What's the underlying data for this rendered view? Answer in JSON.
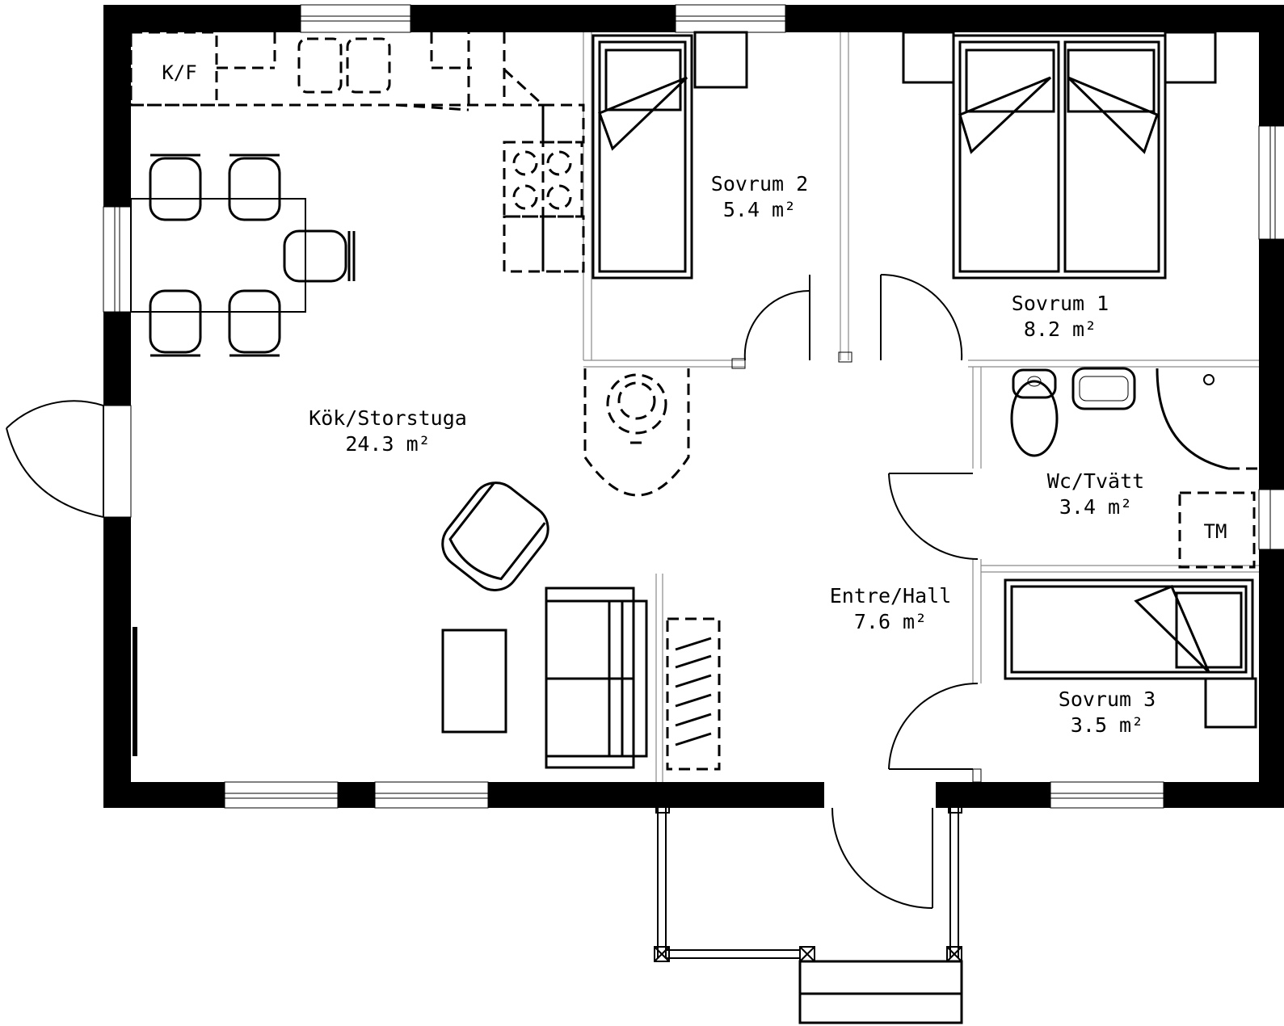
{
  "rooms": {
    "kitchen": {
      "name": "Kök/Storstuga",
      "area": "24.3 m²"
    },
    "bedroom2": {
      "name": "Sovrum 2",
      "area": "5.4 m²"
    },
    "bedroom1": {
      "name": "Sovrum 1",
      "area": "8.2 m²"
    },
    "wc": {
      "name": "Wc/Tvätt",
      "area": "3.4 m²"
    },
    "hall": {
      "name": "Entre/Hall",
      "area": "7.6 m²"
    },
    "bedroom3": {
      "name": "Sovrum 3",
      "area": "3.5 m²"
    }
  },
  "fixtures": {
    "fridge": "K/F",
    "dryer": "TM"
  },
  "colors": {
    "wall": "#000000",
    "line": "#000000",
    "background": "#ffffff"
  }
}
